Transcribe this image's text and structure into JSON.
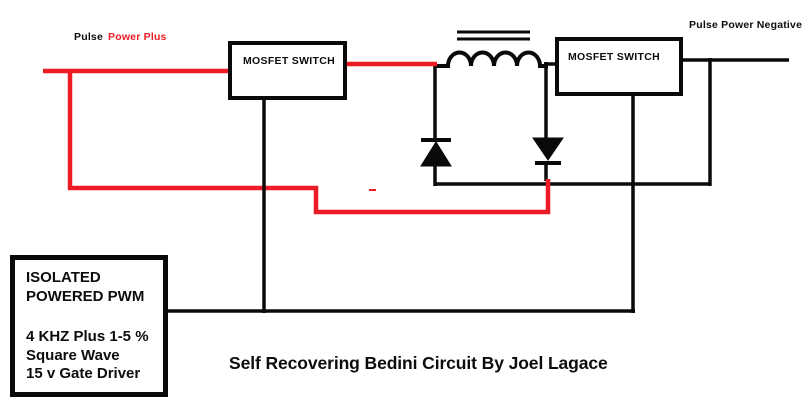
{
  "diagram": {
    "kind": "circuit-schematic",
    "title": "Self Recovering Bedini Circuit By Joel Lagace"
  },
  "labels": {
    "pulse": "Pulse",
    "power_plus": "Power Plus",
    "power_negative": "Pulse Power Negative",
    "mosfet_switch_left": "MOSFET SWITCH",
    "mosfet_switch_right": "MOSFET SWITCH"
  },
  "pwm": {
    "lines": [
      "ISOLATED",
      "POWERED PWM",
      "4 KHZ Plus 1-5 %",
      "Square Wave",
      "15 v Gate Driver"
    ]
  },
  "components": {
    "inductor": "coil-with-core",
    "diode_left": "diode-pointing-up",
    "diode_right": "diode-pointing-down"
  },
  "colors": {
    "wire_red": "#ED1C24",
    "wire_black": "#0a0a0a",
    "bg": "#ffffff",
    "text": "#0d0d0d"
  }
}
